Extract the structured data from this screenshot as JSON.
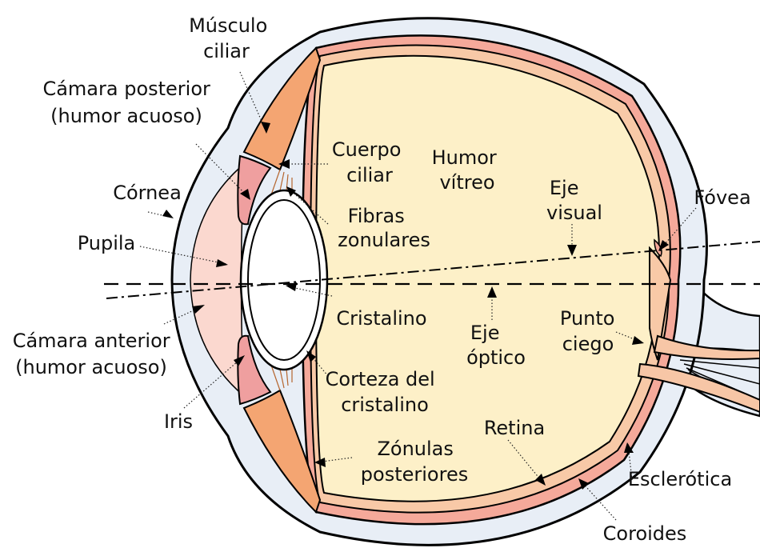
{
  "colors": {
    "sclera": "#e8eef6",
    "outline": "#000000",
    "choroid": "#f5a99a",
    "retina": "#f8c9a7",
    "vitreous": "#fdf0c8",
    "lens": "#ffffff",
    "cornea_chamber": "#fbd8cf",
    "ciliary": "#f4a572",
    "iris": "#ef9f9f",
    "nerve": "#f7c6a6"
  },
  "labels": {
    "musculo_ciliar": [
      "Músculo",
      "ciliar"
    ],
    "camara_posterior": [
      "Cámara posterior",
      "(humor acuoso)"
    ],
    "cornea": "Córnea",
    "pupila": "Pupila",
    "camara_anterior": [
      "Cámara anterior",
      "(humor acuoso)"
    ],
    "iris": "Iris",
    "cuerpo_ciliar": [
      "Cuerpo",
      "ciliar"
    ],
    "humor_vitreo": [
      "Humor",
      "vítreo"
    ],
    "eje_visual": [
      "Eje",
      "visual"
    ],
    "fovea": "Fóvea",
    "fibras_zonulares": [
      "Fibras",
      "zonulares"
    ],
    "cristalino": "Cristalino",
    "eje_optico": [
      "Eje",
      "óptico"
    ],
    "punto_ciego": [
      "Punto",
      "ciego"
    ],
    "corteza_cristalino": [
      "Corteza del",
      "cristalino"
    ],
    "zonulas_posteriores": [
      "Zónulas",
      "posteriores"
    ],
    "retina": "Retina",
    "esclerotica": "Esclerótica",
    "coroides": "Coroides"
  }
}
